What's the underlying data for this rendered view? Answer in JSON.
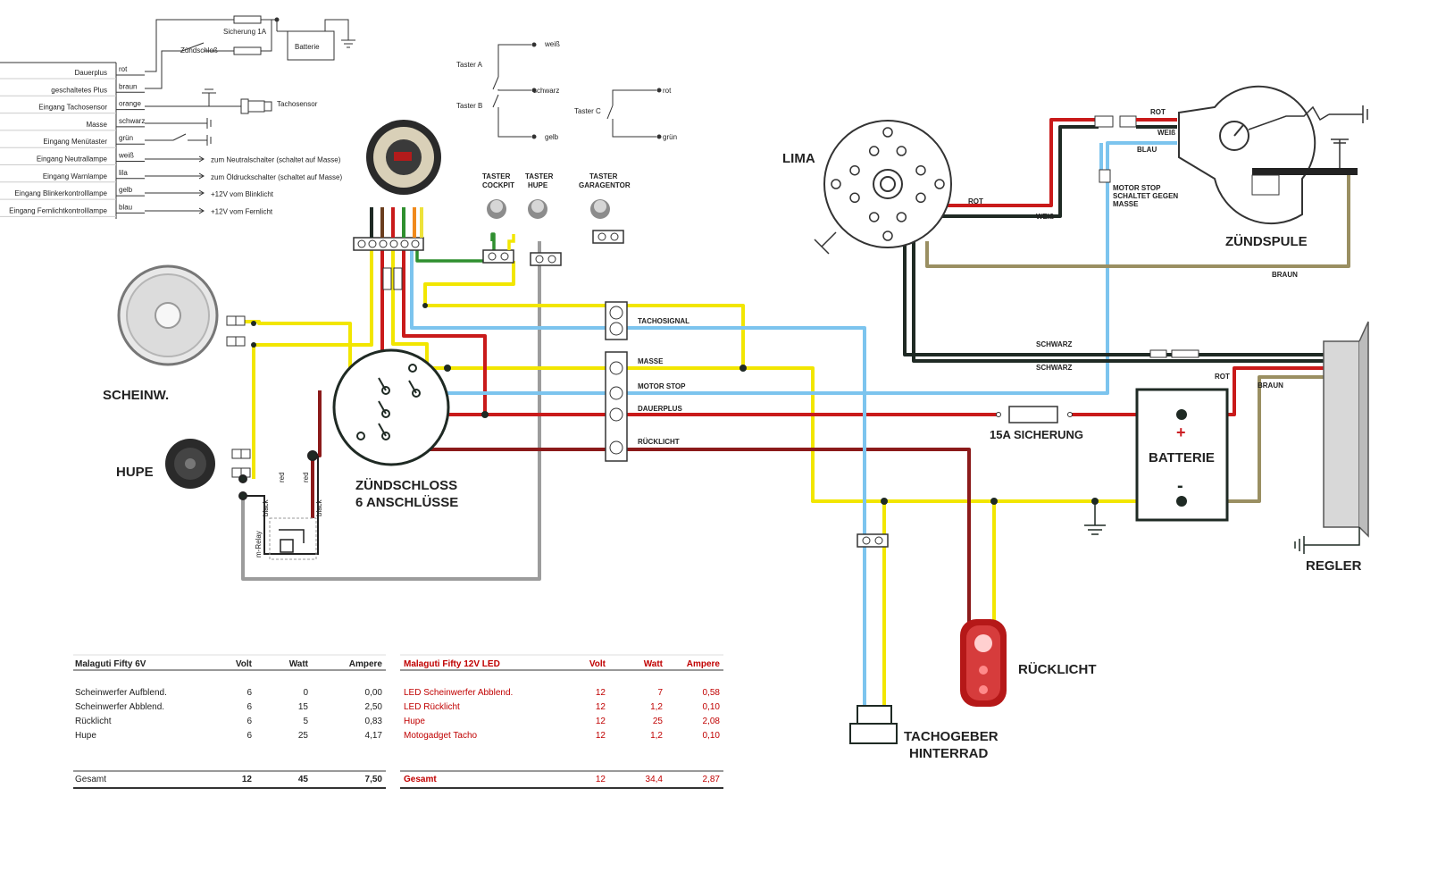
{
  "pins": {
    "title": "",
    "rows": [
      {
        "label": "Dauerplus",
        "wire": "rot",
        "desc": ""
      },
      {
        "label": "geschaltetes Plus",
        "wire": "braun",
        "desc": ""
      },
      {
        "label": "Eingang Tachosensor",
        "wire": "orange",
        "desc": ""
      },
      {
        "label": "Masse",
        "wire": "schwarz",
        "desc": ""
      },
      {
        "label": "Eingang Menütaster",
        "wire": "grün",
        "desc": ""
      },
      {
        "label": "Eingang Neutrallampe",
        "wire": "weiß",
        "desc": "zum Neutralschalter (schaltet auf Masse)"
      },
      {
        "label": "Eingang Warnlampe",
        "wire": "lila",
        "desc": "zum Öldruckschalter (schaltet auf Masse)"
      },
      {
        "label": "Eingang Blinkerkontrolllampe",
        "wire": "gelb",
        "desc": "+12V vom Blinklicht"
      },
      {
        "label": "Eingang Fernlichtkontrolllampe",
        "wire": "blau",
        "desc": "+12V vom Fernlicht"
      }
    ],
    "sicherung": "Sicherung 1A",
    "zuendschloss": "Zündschloß",
    "batterie": "Batterie",
    "tachosensor": "Tachosensor"
  },
  "switches": {
    "a": "Taster A",
    "b": "Taster B",
    "c": "Taster C",
    "a_top": "weiß",
    "a_mid": "schwarz",
    "b_bot": "gelb",
    "c_top": "rot",
    "c_bot": "grün"
  },
  "buttons": {
    "cockpit": [
      "TASTER",
      "COCKPIT"
    ],
    "hupe": [
      "TASTER",
      "HUPE"
    ],
    "garage": [
      "TASTER",
      "GARAGENTOR"
    ]
  },
  "labels": {
    "scheinw": "SCHEINW.",
    "hupe": "HUPE",
    "zuendschloss": [
      "ZÜNDSCHLOSS",
      "6 ANSCHLÜSSE"
    ],
    "lima": "LIMA",
    "zuendspule": "ZÜNDSPULE",
    "batterie": "BATTERIE",
    "regler": "REGLER",
    "ruecklicht": "RÜCKLICHT",
    "tachogeber": [
      "TACHOGEBER",
      "HINTERRAD"
    ],
    "sicherung15": "15A SICHERUNG",
    "relay": "m-Relay",
    "plus": "+",
    "minus": "-"
  },
  "wire_labels": {
    "tachosignal": "TACHOSIGNAL",
    "masse": "MASSE",
    "motorstop": "MOTOR STOP",
    "dauerplus": "DAUERPLUS",
    "ruecklicht": "RÜCKLICHT",
    "rot1": "ROT",
    "weiss1": "WEIß",
    "rot2": "ROT",
    "weiss2": "WEIß",
    "blau": "BLAU",
    "braun1": "BRAUN",
    "schwarz1": "SCHWARZ",
    "schwarz2": "SCHWARZ",
    "rot3": "ROT",
    "braun2": "BRAUN",
    "motorstop_note": [
      "MOTOR STOP",
      "SCHALTET GEGEN",
      "MASSE"
    ],
    "red_a": "red",
    "red_b": "red",
    "black_a": "black",
    "black_b": "black"
  },
  "table6v": {
    "title": "Malaguti Fifty 6V",
    "headers": [
      "Volt",
      "Watt",
      "Ampere"
    ],
    "rows": [
      [
        "Scheinwerfer Aufblend.",
        "6",
        "0",
        "0,00"
      ],
      [
        "Scheinwerfer Abblend.",
        "6",
        "15",
        "2,50"
      ],
      [
        "Rücklicht",
        "6",
        "5",
        "0,83"
      ],
      [
        "Hupe",
        "6",
        "25",
        "4,17"
      ]
    ],
    "total": [
      "Gesamt",
      "12",
      "45",
      "7,50"
    ]
  },
  "table12v": {
    "title": "Malaguti Fifty 12V LED",
    "headers": [
      "Volt",
      "Watt",
      "Ampere"
    ],
    "rows": [
      [
        "LED Scheinwerfer Abblend.",
        "12",
        "7",
        "0,58"
      ],
      [
        "LED Rücklicht",
        "12",
        "1,2",
        "0,10"
      ],
      [
        "Hupe",
        "12",
        "25",
        "2,08"
      ],
      [
        "Motogadget Tacho",
        "12",
        "1,2",
        "0,10"
      ]
    ],
    "total": [
      "Gesamt",
      "12",
      "34,4",
      "2,87"
    ]
  },
  "colors": {
    "red": "#cc1f24",
    "darkred": "#8b1a1a",
    "yellow": "#f2e600",
    "blue": "#7cc4ee",
    "green": "#2f8f2f",
    "grey": "#a8a8a8",
    "brown": "#9a8f62",
    "black": "#1f2a24",
    "white": "#ffffff"
  }
}
